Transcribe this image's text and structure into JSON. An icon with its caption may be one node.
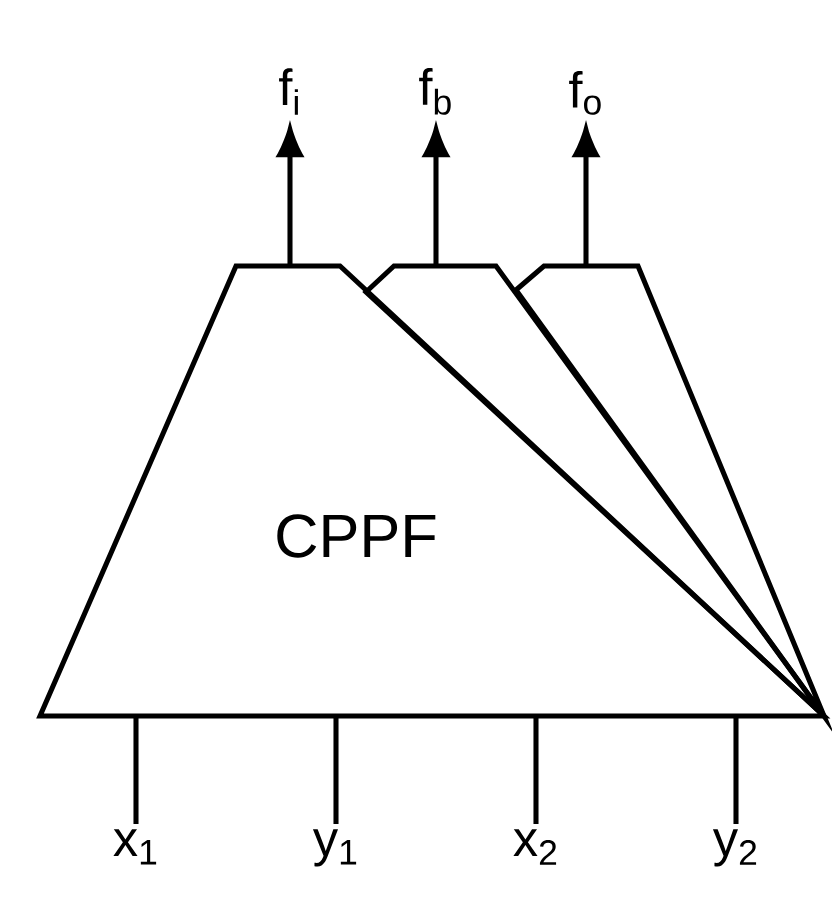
{
  "diagram": {
    "nodes": [
      {
        "text": [
          "f$_{i}$"
        ]
      },
      {
        "text": [
          "f$_{b}$"
        ]
      },
      {
        "text": [
          "f$_{o}$"
        ]
      },
      {
        "text": [
          "CPPF"
        ]
      },
      {
        "text": [],
        "shape": "box"
      },
      {
        "text": [],
        "shape": "box"
      },
      {
        "text": [
          "x$_{1}$"
        ]
      },
      {
        "text": [
          "y$_{1}$"
        ]
      },
      {
        "text": [
          "x$_{2}$"
        ]
      },
      {
        "text": [
          "y$_{2}$"
        ]
      }
    ],
    "edges": [
      {
        "from": 3,
        "to": 0,
        "arrow": "to"
      },
      {
        "from": 4,
        "to": 1,
        "arrow": "to"
      },
      {
        "from": 5,
        "to": 2,
        "arrow": "to"
      },
      {
        "from": 6,
        "to": 3,
        "arrow": "none"
      },
      {
        "from": 7,
        "to": 3,
        "arrow": "none"
      },
      {
        "from": 8,
        "to": 3,
        "arrow": "none"
      },
      {
        "from": 9,
        "to": 3,
        "arrow": "none"
      }
    ]
  }
}
